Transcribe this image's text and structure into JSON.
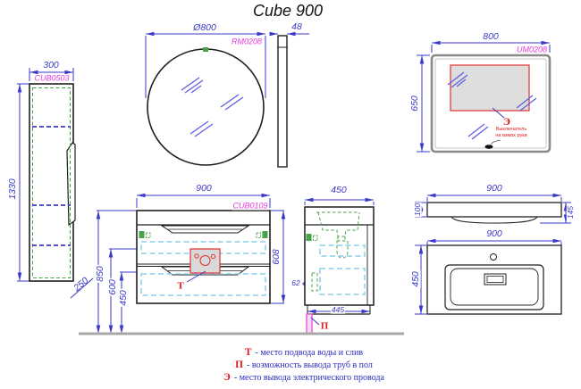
{
  "title": "Cube 900",
  "colors": {
    "dimension_blue": "#3a3ac8",
    "model_magenta": "#e83ae0",
    "marker_red": "#e01818",
    "hardware_green": "#4aa34a",
    "drawer_lightblue": "#8ad0ea",
    "outline_black": "#1f1f1f",
    "mirror_grey": "#8a8a8a",
    "pipe_pink": "#e060d8"
  },
  "tall_cabinet": {
    "model": "CUB0503",
    "width": "300",
    "height": "1330",
    "depth": "250"
  },
  "round_mirror": {
    "model": "RM0208",
    "diameter": "Ø800",
    "thickness": "48"
  },
  "rect_mirror": {
    "model": "UM0208",
    "width": "800",
    "height": "650",
    "marker": "Э",
    "note_line1": "Выключатель",
    "note_line2": "на взмах руки"
  },
  "vanity_front": {
    "model": "CUB0109",
    "width": "900",
    "body_height": "608",
    "total_height": "850",
    "supply_height": "600",
    "drain_height": "450",
    "marker": "Т"
  },
  "vanity_side": {
    "depth": "450",
    "plinth_depth": "445",
    "clip_height": "62",
    "marker": "П"
  },
  "sink_front": {
    "width": "900",
    "edge_height": "100",
    "total_height": "145"
  },
  "sink_plan": {
    "width": "900",
    "depth": "450"
  },
  "legend": [
    {
      "symbol": "Т",
      "text": "- место подвода воды и слив"
    },
    {
      "symbol": "П",
      "text": "- возможность вывода труб в пол"
    },
    {
      "symbol": "Э",
      "text": "- место вывода электрического провода"
    }
  ]
}
